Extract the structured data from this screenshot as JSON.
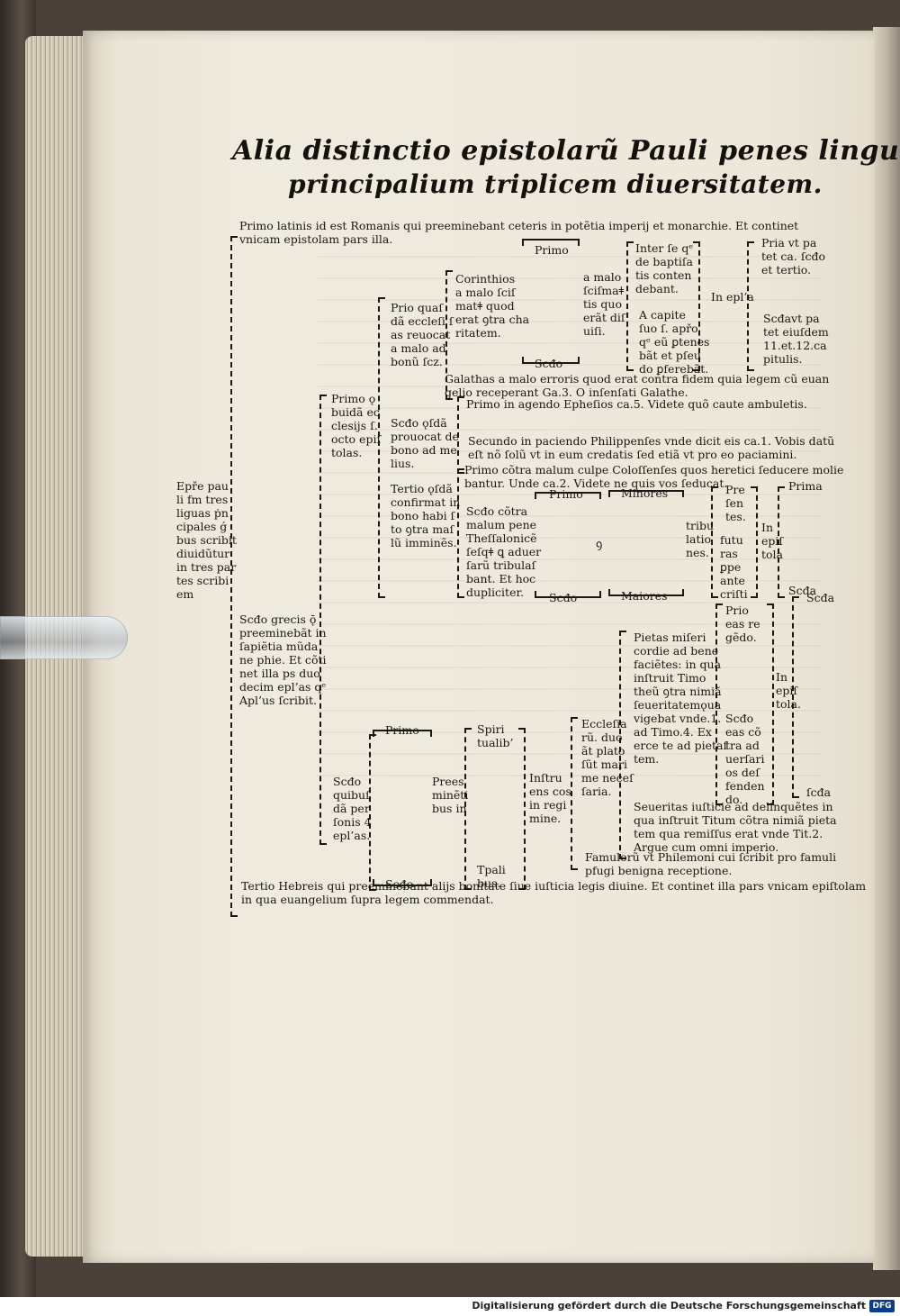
{
  "title_line1": "Alia distinctio epistolarũ Pauli penes linguarũ",
  "title_line2": "principalium triplicem diuersitatem.",
  "root_label": [
    "Epře pau",
    "li fm tres",
    "liguas ṗn",
    "cipales ǵ",
    "bus scribit",
    "diuidũtur",
    "in tres par",
    "tes scribi",
    "em"
  ],
  "primo": [
    "Primo latinis id est Romanis qui preeminebant ceteris in potẽtia imperij et monarchie. Et continet",
    "vnicam epistolam pars illa."
  ],
  "primo_q": [
    "Primo ǫ",
    "buidã ec",
    "clesijs ſ.",
    "octo epiſ",
    "tolas."
  ],
  "prio_quas": [
    "Prio quaſ",
    "dã eccleſi ſ",
    "as reuocat",
    "a malo ad",
    "bonũ ſcz."
  ],
  "primo_small": "Primo",
  "corinthios": [
    "Corinthios",
    "a malo ſciſ",
    "matǂ quod",
    "erat ꝯtra cha",
    "ritatem."
  ],
  "scdo_small_1": "Scđo",
  "a_malo_scism": [
    "a malo",
    "ſciſmaǂ",
    "tis quo",
    "erãt diſ",
    "uiſi."
  ],
  "inter_se": [
    "Inter ſe qᵉ",
    "de baptiſa",
    "tis conten",
    "debant."
  ],
  "a_capite": [
    "A capite",
    "ſuo ſ. apřo",
    "qᵉ eũ ꝑtenes",
    "bãt et pſeu",
    "do ꝑferebãt."
  ],
  "in_epla": "In epl’a",
  "pria_vt": [
    "Pria vt pa",
    "tet ca. ſcđo",
    "et tertio."
  ],
  "scdavt": [
    "Scđavt pa",
    "tet eiuſdem",
    "11.et.12.ca",
    "pitulis."
  ],
  "galathas": [
    "Galathas a malo erroris quod erat contra fidem quia legem cũ euan",
    "gelio receperant Ga.3. O inſenſati Galathe."
  ],
  "primo_in_agendo": "Primo in agendo Epheſios ca.5. Videte quõ caute ambuletis.",
  "scdo_q": [
    "Scđo ǫſdã",
    "prouocat de",
    "bono ad me",
    "lius."
  ],
  "secundo_paciendo": [
    "Secundo in paciendo Philippenſes vnde dicit eis ca.1. Vobis datũ",
    "eſt nõ ſolũ vt in eum credatis ſed etiã vt pro eo paciamini."
  ],
  "tertio_q": [
    "Tertio ǫſdã",
    "confirmat in",
    "bono habi ſ",
    "to ꝯtra maſ",
    "lũ imminẽs."
  ],
  "primo_contra": [
    "Primo cõtra malum culpe Coloſſenſes quos heretici ſeducere molie",
    "bantur. Unde ca.2. Videte ne quis vos ſeducat."
  ],
  "scdo_contra": [
    "Scđo cõtra",
    "malum pene",
    "Theſſalonicẽ",
    "ſeſqǂ ꝗ aduer",
    "ſarũ tribulaſ",
    "bant. Et hoc",
    "dupliciter."
  ],
  "primo_small_2": "Primo",
  "scdo_small_2": "Scđo",
  "sigma": "ꝯ",
  "minores": "Minores",
  "maiores": "Maiores",
  "tribulationes": [
    "tribu",
    "latio",
    "nes."
  ],
  "pre_sentes": [
    "Pre",
    "ſen",
    "tes."
  ],
  "futuras": [
    "futu",
    "ras",
    "ꝑpe",
    "ante",
    "criſti"
  ],
  "in_epistola_1": [
    "In",
    "epiſ",
    "tola"
  ],
  "prima": "Prima",
  "scda_1": "Scđa",
  "scdo_grecis": [
    "Scđo grecis ǭ",
    "preeminebãt in",
    "ſapiẽtia mũda",
    "ne phie. Et cõti",
    "net illa ps duo",
    "decim epl’as qᵉ",
    "Apl’us ſcribit."
  ],
  "prio_eas": [
    "Prio",
    "eas re",
    "gẽdo."
  ],
  "pietas": [
    "Pietas miſeri",
    "cordie ad bene",
    "faciẽtes: in qua",
    "inſtruit Timo",
    "theũ ꝯtra nimiã",
    "ſeueritatemǫua",
    "vigebat vnde.1.",
    "ad Timo.4. Ex",
    "erce te ad pietaſ",
    "tem."
  ],
  "in_epistola_2": [
    "In",
    "epiſ",
    "tola."
  ],
  "scdo_eas": [
    "Scđo",
    "eas cõ",
    "tra ad",
    "uerſari",
    "os deſ",
    "fenden",
    "do."
  ],
  "scda_2": "ſcđa",
  "primo_small_3": "Primo",
  "scdo_small_3": "Scđo",
  "scdo_quibus": [
    "Scđo",
    "quibuſ",
    "dã per",
    "ſonis 4",
    "epl’as."
  ],
  "preeminentibus": [
    "Prees",
    "minẽti",
    "bus in"
  ],
  "spiritualibus": [
    "Spiri",
    "tualib’"
  ],
  "temporalibus": [
    "Tpali",
    "bus."
  ],
  "instruens": [
    "Inſtru",
    "ens cos",
    "in regi",
    "mine."
  ],
  "ecclesiarum": [
    "Eccleſia",
    "rũ. duo",
    "ãt plato",
    "ſũt mari",
    "me neceſ",
    "ſaria."
  ],
  "seueritas": [
    "Seueritas iuſticie ad delinquẽtes in",
    "qua inſtruit Titum cõtra nimiã pieta",
    "tem qua remiſſus erat vnde Tit.2.",
    "Argue cum omni imperio."
  ],
  "famulorum": [
    "Famulorũ vt Philemoni cui ſcribit pro famuli",
    "pfugi benigna receptione."
  ],
  "tertio_hebreis": [
    "Tertio Hebreis qui preeminebant alijs bonitate ſiue iuſticia legis diuine. Et continet illa pars vnicam epiſtolam",
    "in qua euangelium ſupra legem commendat."
  ],
  "footer": "Digitalisierung gefördert durch die Deutsche Forschungsgemeinschaft",
  "logo": "DFG"
}
